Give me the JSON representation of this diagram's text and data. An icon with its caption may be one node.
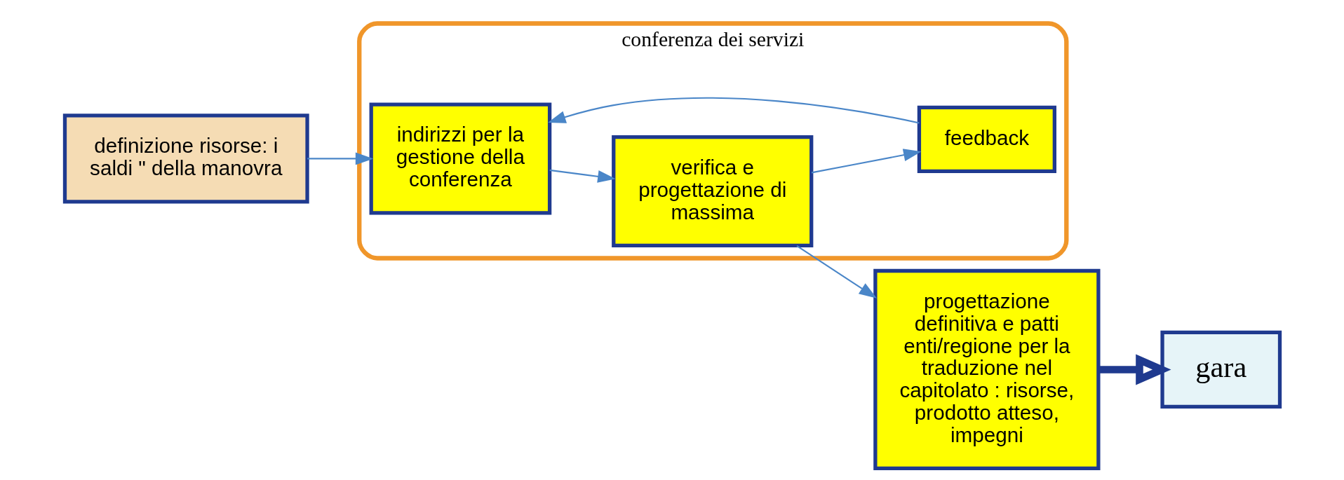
{
  "diagram": {
    "nodes": [
      {
        "text": [
          "definizione risorse: i saldi \" della manovra"
        ]
      },
      {
        "text": [
          "conferenza dei servizi"
        ]
      },
      {
        "text": [
          "indirizzi per la gestione della conferenza"
        ],
        "in": 1
      },
      {
        "text": [
          "verifica e progettazione di massima"
        ],
        "in": 1
      },
      {
        "text": [
          "feedback"
        ],
        "in": 1
      },
      {
        "text": [
          "progettazione definitiva e patti enti/regione per la traduzione nel capitolato : risorse, prodotto atteso, impegni"
        ]
      },
      {
        "text": [
          "gara"
        ]
      }
    ],
    "edges": [
      {
        "from": 0,
        "to": 2,
        "arrow": "to"
      },
      {
        "from": 2,
        "to": 3,
        "arrow": "to"
      },
      {
        "from": 3,
        "to": 4,
        "arrow": "to"
      },
      {
        "from": 4,
        "to": 2,
        "arrow": "to"
      },
      {
        "from": 3,
        "to": 5,
        "arrow": "to"
      },
      {
        "from": 5,
        "to": 6,
        "arrow": "to",
        "style": "thick",
        "color": "#1f3a8f"
      }
    ]
  }
}
